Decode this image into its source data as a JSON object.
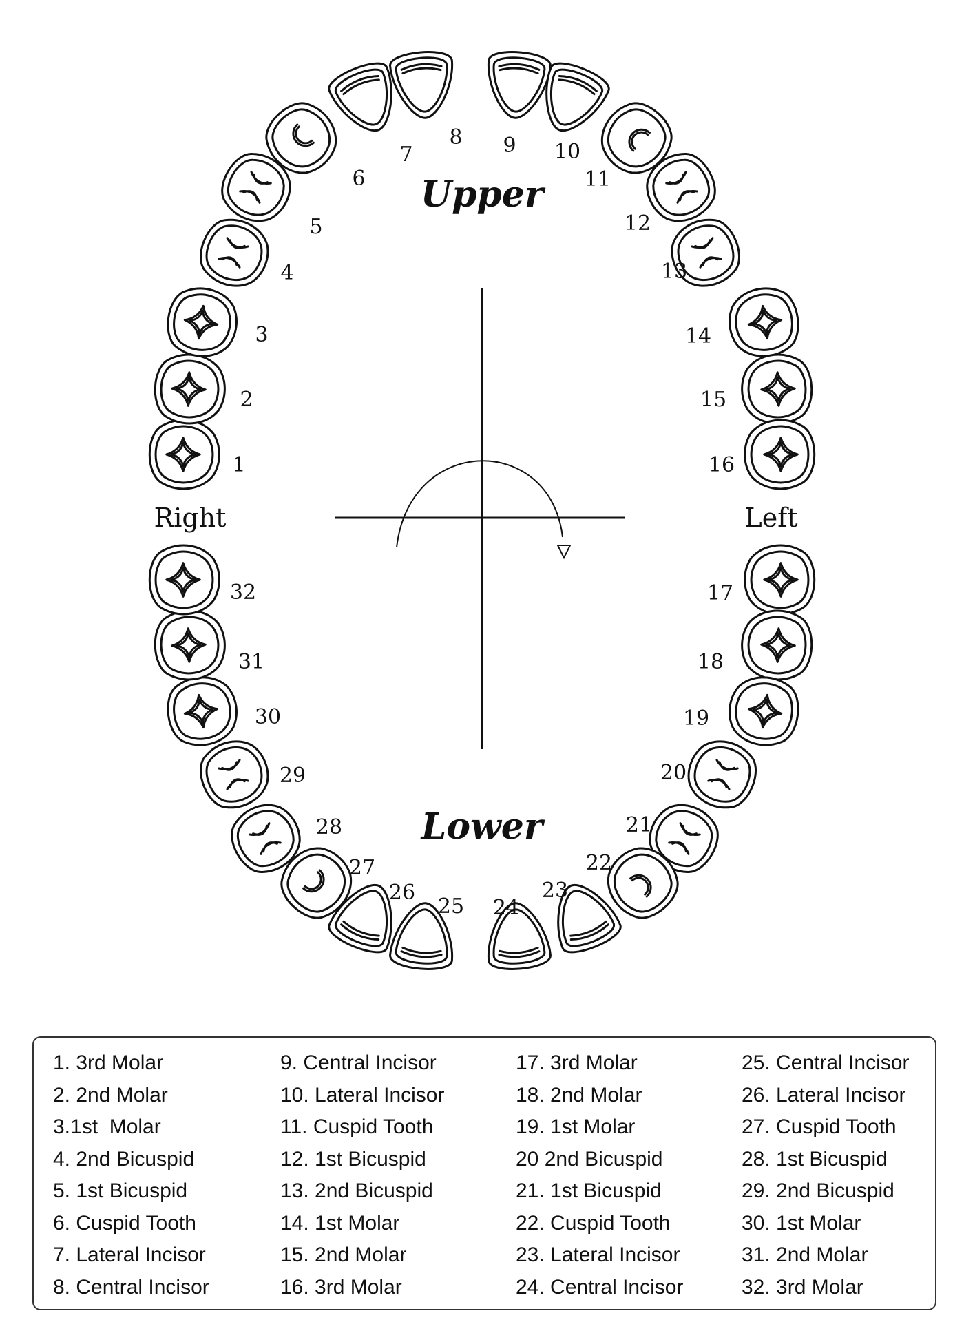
{
  "arch_labels": {
    "upper": "Upper",
    "lower": "Lower"
  },
  "side_labels": {
    "right": "Right",
    "left": "Left"
  },
  "teeth": [
    {
      "number": "1",
      "type": "molar"
    },
    {
      "number": "2",
      "type": "molar"
    },
    {
      "number": "3",
      "type": "molar"
    },
    {
      "number": "4",
      "type": "bicuspid"
    },
    {
      "number": "5",
      "type": "bicuspid"
    },
    {
      "number": "6",
      "type": "cuspid"
    },
    {
      "number": "7",
      "type": "incisor"
    },
    {
      "number": "8",
      "type": "incisor"
    },
    {
      "number": "9",
      "type": "incisor"
    },
    {
      "number": "10",
      "type": "incisor"
    },
    {
      "number": "11",
      "type": "cuspid"
    },
    {
      "number": "12",
      "type": "bicuspid"
    },
    {
      "number": "13",
      "type": "bicuspid"
    },
    {
      "number": "14",
      "type": "molar"
    },
    {
      "number": "15",
      "type": "molar"
    },
    {
      "number": "16",
      "type": "molar"
    },
    {
      "number": "17",
      "type": "molar"
    },
    {
      "number": "18",
      "type": "molar"
    },
    {
      "number": "19",
      "type": "molar"
    },
    {
      "number": "20",
      "type": "bicuspid"
    },
    {
      "number": "21",
      "type": "bicuspid"
    },
    {
      "number": "22",
      "type": "cuspid"
    },
    {
      "number": "23",
      "type": "incisor"
    },
    {
      "number": "24",
      "type": "incisor"
    },
    {
      "number": "25",
      "type": "incisor"
    },
    {
      "number": "26",
      "type": "incisor"
    },
    {
      "number": "27",
      "type": "cuspid"
    },
    {
      "number": "28",
      "type": "bicuspid"
    },
    {
      "number": "29",
      "type": "bicuspid"
    },
    {
      "number": "30",
      "type": "molar"
    },
    {
      "number": "31",
      "type": "molar"
    },
    {
      "number": "32",
      "type": "molar"
    }
  ],
  "legend": {
    "columns": [
      [
        "1. 3rd Molar",
        "2. 2nd Molar",
        "3.1st  Molar",
        "4. 2nd Bicuspid",
        "5. 1st Bicuspid",
        "6. Cuspid Tooth",
        "7. Lateral Incisor",
        "8. Central Incisor"
      ],
      [
        "9. Central Incisor",
        "10. Lateral Incisor",
        "11. Cuspid Tooth",
        "12. 1st Bicuspid",
        "13. 2nd Bicuspid",
        "14. 1st Molar",
        "15. 2nd Molar",
        "16. 3rd Molar"
      ],
      [
        "17. 3rd Molar",
        "18. 2nd Molar",
        "19. 1st Molar",
        "20 2nd Bicuspid",
        "21. 1st Bicuspid",
        "22. Cuspid Tooth",
        "23. Lateral Incisor",
        "24. Central Incisor"
      ],
      [
        "25. Central Incisor",
        "26. Lateral Incisor",
        "27. Cuspid Tooth",
        "28. 1st Bicuspid",
        "29. 2nd Bicuspid",
        "30. 1st Molar",
        "31. 2nd Molar",
        "32. 3rd Molar"
      ]
    ]
  }
}
